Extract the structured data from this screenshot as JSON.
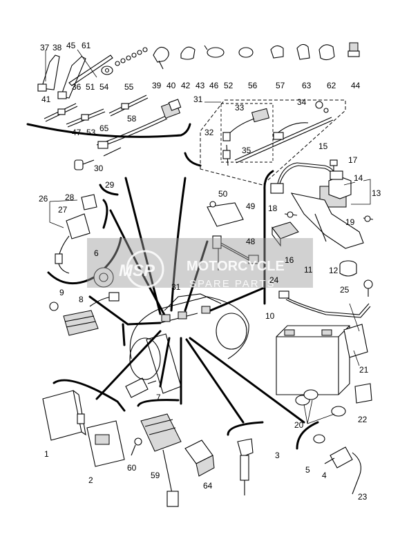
{
  "watermark": {
    "brand_text": "MSP",
    "line1": "MOTORCYCLE",
    "line2": "SPARE PARTS"
  },
  "callouts": [
    {
      "id": "c37",
      "text": "37"
    },
    {
      "id": "c38",
      "text": "38"
    },
    {
      "id": "c45",
      "text": "45"
    },
    {
      "id": "c61",
      "text": "61"
    },
    {
      "id": "c36",
      "text": "36"
    },
    {
      "id": "c51",
      "text": "51"
    },
    {
      "id": "c54",
      "text": "54"
    },
    {
      "id": "c55",
      "text": "55"
    },
    {
      "id": "c39",
      "text": "39"
    },
    {
      "id": "c40",
      "text": "40"
    },
    {
      "id": "c42",
      "text": "42"
    },
    {
      "id": "c43",
      "text": "43"
    },
    {
      "id": "c46",
      "text": "46"
    },
    {
      "id": "c52",
      "text": "52"
    },
    {
      "id": "c56",
      "text": "56"
    },
    {
      "id": "c57",
      "text": "57"
    },
    {
      "id": "c63",
      "text": "63"
    },
    {
      "id": "c62",
      "text": "62"
    },
    {
      "id": "c44",
      "text": "44"
    },
    {
      "id": "c41",
      "text": "41"
    },
    {
      "id": "c47",
      "text": "47"
    },
    {
      "id": "c53",
      "text": "53"
    },
    {
      "id": "c65",
      "text": "65"
    },
    {
      "id": "c58",
      "text": "58"
    },
    {
      "id": "c30",
      "text": "30"
    },
    {
      "id": "c31a",
      "text": "31"
    },
    {
      "id": "c33",
      "text": "33"
    },
    {
      "id": "c34",
      "text": "34"
    },
    {
      "id": "c32",
      "text": "32"
    },
    {
      "id": "c35",
      "text": "35"
    },
    {
      "id": "c15",
      "text": "15"
    },
    {
      "id": "c17",
      "text": "17"
    },
    {
      "id": "c14",
      "text": "14"
    },
    {
      "id": "c13",
      "text": "13"
    },
    {
      "id": "c29",
      "text": "29"
    },
    {
      "id": "c26",
      "text": "26"
    },
    {
      "id": "c28",
      "text": "28"
    },
    {
      "id": "c27",
      "text": "27"
    },
    {
      "id": "c50",
      "text": "50"
    },
    {
      "id": "c49",
      "text": "49"
    },
    {
      "id": "c18",
      "text": "18"
    },
    {
      "id": "c19",
      "text": "19"
    },
    {
      "id": "c48",
      "text": "48"
    },
    {
      "id": "c16",
      "text": "16"
    },
    {
      "id": "c6",
      "text": "6"
    },
    {
      "id": "c11",
      "text": "11"
    },
    {
      "id": "c12",
      "text": "12"
    },
    {
      "id": "c24",
      "text": "24"
    },
    {
      "id": "c25",
      "text": "25"
    },
    {
      "id": "c9",
      "text": "9"
    },
    {
      "id": "c8",
      "text": "8"
    },
    {
      "id": "c31b",
      "text": "31"
    },
    {
      "id": "c10",
      "text": "10"
    },
    {
      "id": "c21",
      "text": "21"
    },
    {
      "id": "c7",
      "text": "7"
    },
    {
      "id": "c22",
      "text": "22"
    },
    {
      "id": "c20",
      "text": "20"
    },
    {
      "id": "c1",
      "text": "1"
    },
    {
      "id": "c3",
      "text": "3"
    },
    {
      "id": "c2",
      "text": "2"
    },
    {
      "id": "c60",
      "text": "60"
    },
    {
      "id": "c59",
      "text": "59"
    },
    {
      "id": "c64",
      "text": "64"
    },
    {
      "id": "c5",
      "text": "5"
    },
    {
      "id": "c4",
      "text": "4"
    },
    {
      "id": "c23",
      "text": "23"
    }
  ]
}
